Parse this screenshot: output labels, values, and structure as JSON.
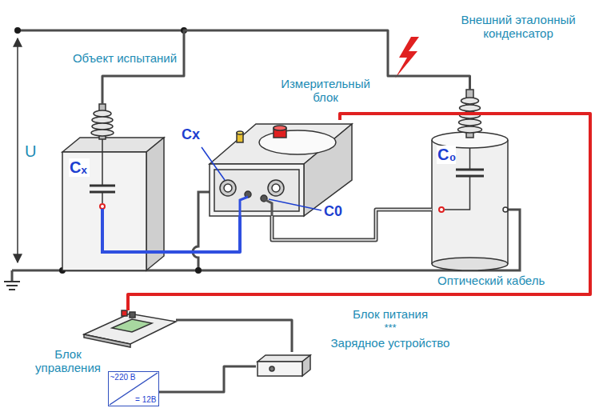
{
  "diagram": {
    "nodes": [
      {
        "text": [
          "Объект испытаний",
          "Cₓ"
        ]
      },
      {
        "text": [
          "Измерительный блок"
        ]
      },
      {
        "text": [
          "Внешний эталонный конденсатор",
          "C₀"
        ]
      },
      {
        "text": [
          "Блок управления"
        ]
      },
      {
        "text": [
          "Блок питания",
          "***",
          "Зарядное устройство"
        ]
      },
      {
        "text": [
          "~220 В",
          "= 12В"
        ]
      }
    ],
    "edges": [
      {
        "from": 0,
        "to": 2,
        "arrow": "none"
      },
      {
        "from": 0,
        "to": 1,
        "arrow": "none"
      },
      {
        "from": 2,
        "to": 1,
        "arrow": "none"
      },
      {
        "from": 1,
        "to": 3,
        "label": "Оптический кабель",
        "arrow": "none"
      },
      {
        "from": 3,
        "to": 4,
        "arrow": "none"
      },
      {
        "from": 4,
        "to": 5,
        "arrow": "none"
      }
    ],
    "labels": [
      "U",
      "Cx",
      "C0"
    ]
  }
}
